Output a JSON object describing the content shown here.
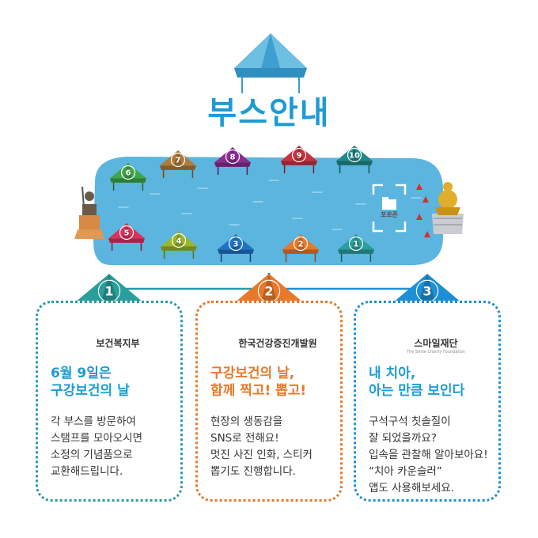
{
  "title": "부스안내",
  "forum_label": "포로존",
  "lake_tents": [
    {
      "number": "6",
      "color": "#3fa648"
    },
    {
      "number": "7",
      "color": "#b07a3a"
    },
    {
      "number": "8",
      "color": "#8b2c8f"
    },
    {
      "number": "9",
      "color": "#c7323f"
    },
    {
      "number": "10",
      "color": "#1e8a8a"
    },
    {
      "number": "5",
      "color": "#d9335b"
    },
    {
      "number": "4",
      "color": "#9ab52c"
    },
    {
      "number": "3",
      "color": "#1e73c4"
    },
    {
      "number": "2",
      "color": "#e8782a"
    },
    {
      "number": "1",
      "color": "#2a9e9a"
    }
  ],
  "booths": [
    {
      "number": "1",
      "color": "#2a9e9a",
      "border_color": "#2a9aa8",
      "headline_color": "#1e9bd4",
      "org": "보건복지부",
      "headline": [
        "6월 9일은",
        "구강보건의 날"
      ],
      "body": [
        "각 부스를 방문하여",
        "스탬프를 모아오시면",
        "소정의 기념품으로",
        "교환해드립니다."
      ]
    },
    {
      "number": "2",
      "color": "#e8782a",
      "border_color": "#e8782a",
      "headline_color": "#e8782a",
      "org": "한국건강증진개발원",
      "headline": [
        "구강보건의 날,",
        "함께 찍고! 뽑고!"
      ],
      "body": [
        "현장의 생동감을",
        "SNS로 전해요!",
        "멋진 사진 인화, 스티커",
        "뽑기도 진행합니다."
      ]
    },
    {
      "number": "3",
      "color": "#1e8fd4",
      "border_color": "#1e8fd4",
      "headline_color": "#1e9bd4",
      "org": "스마일재단",
      "org_sub": "The Smile Charity Foundation",
      "headline": [
        "내 치아,",
        "아는 만큼 보인다"
      ],
      "body": [
        "구석구석 칫솔질이",
        "잘 되었을까요?",
        "입속을 관찰해 알아보아요!",
        "“치아 카운슬러”",
        "앱도 사용해보세요."
      ]
    }
  ]
}
